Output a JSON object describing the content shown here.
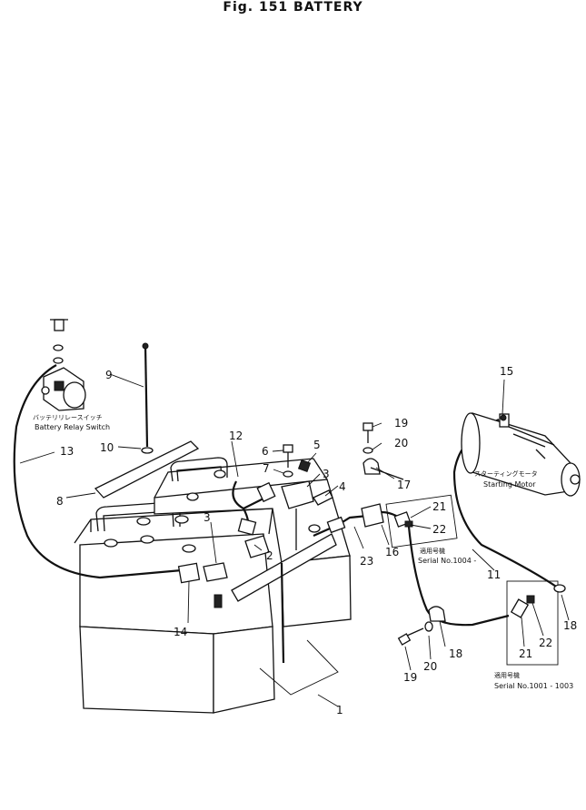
{
  "figure": {
    "title": "Fig. 151  BATTERY"
  },
  "labels": {
    "relay_switch_jp": "バッテリリレースイッチ",
    "relay_switch_en": "Battery Relay Switch",
    "starting_motor_jp": "スターティングモータ",
    "starting_motor_en": "Starting Motor",
    "serial_a_jp": "適用号機",
    "serial_a_en": "Serial No.1004 -",
    "serial_b_jp": "適用号機",
    "serial_b_en": "Serial No.1001 - 1003"
  },
  "callouts": {
    "c1": "1",
    "c2": "2",
    "c3a": "3",
    "c3b": "3",
    "c4": "4",
    "c5": "5",
    "c6": "6",
    "c7": "7",
    "c8": "8",
    "c9": "9",
    "c10": "10",
    "c11": "11",
    "c12": "12",
    "c13": "13",
    "c14": "14",
    "c15": "15",
    "c16": "16",
    "c17": "17",
    "c18a": "18",
    "c18b": "18",
    "c19a": "19",
    "c19b": "19",
    "c20a": "20",
    "c20b": "20",
    "c21a": "21",
    "c21b": "21",
    "c22a": "22",
    "c22b": "22",
    "c23": "23"
  }
}
